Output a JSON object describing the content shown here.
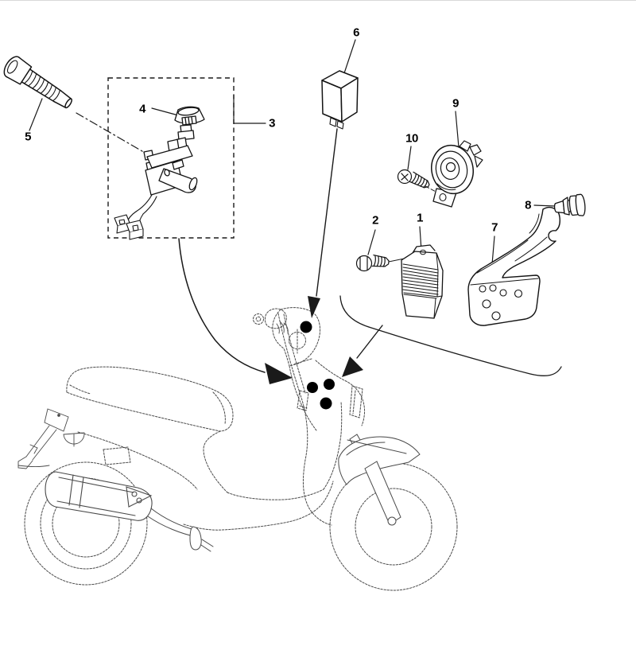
{
  "diagram": {
    "background": "#ffffff",
    "part_line_color": "#141414",
    "sketch_line_color": "#4a4a4a",
    "mount_dot_color": "#000000",
    "mount_dot_count": 4
  },
  "callouts": [
    {
      "label": "1"
    },
    {
      "label": "2"
    },
    {
      "label": "3"
    },
    {
      "label": "4"
    },
    {
      "label": "5"
    },
    {
      "label": "6"
    },
    {
      "label": "7"
    },
    {
      "label": "8"
    },
    {
      "label": "9"
    },
    {
      "label": "10"
    }
  ]
}
